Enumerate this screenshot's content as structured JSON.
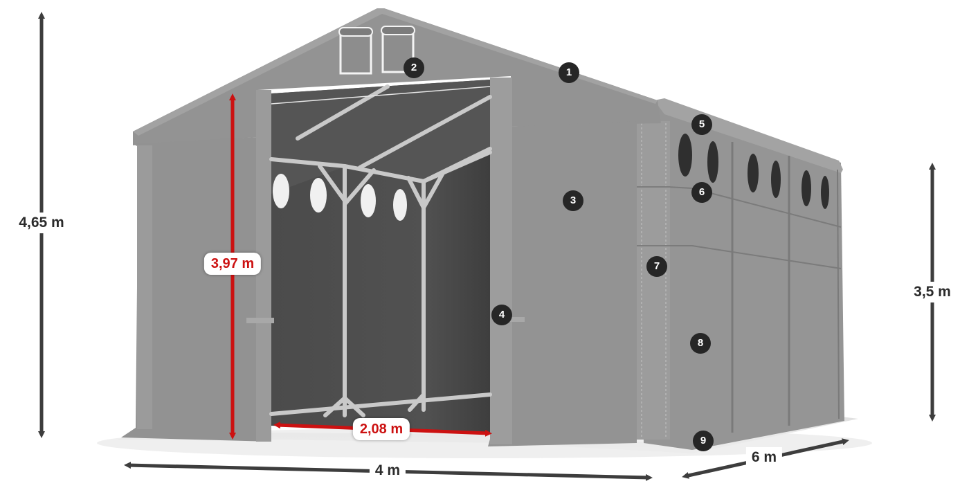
{
  "diagram": {
    "subject": "Storage tent / hall, front-side 3/4 view",
    "colors": {
      "tent_fabric": "#8e8e8e",
      "tent_fabric_light": "#9a9a9a",
      "interior": "#4a4a4a",
      "frame": "#c9c9c9",
      "dimension_dark": "#3d3d3d",
      "dimension_red": "#cc1111",
      "badge": "#262626"
    },
    "dimensions": {
      "total_height": {
        "label": "4,65 m"
      },
      "side_height": {
        "label": "3,5 m"
      },
      "door_height": {
        "label": "3,97 m"
      },
      "door_width": {
        "label": "2,08 m"
      },
      "width": {
        "label": "4 m"
      },
      "length": {
        "label": "6 m"
      }
    },
    "badges": [
      {
        "number": "1",
        "part": "roof"
      },
      {
        "number": "2",
        "part": "gable roll-up vent"
      },
      {
        "number": "3",
        "part": "front wall"
      },
      {
        "number": "4",
        "part": "door tie / strap"
      },
      {
        "number": "5",
        "part": "side upper panel"
      },
      {
        "number": "6",
        "part": "side windows"
      },
      {
        "number": "7",
        "part": "corner post cover"
      },
      {
        "number": "8",
        "part": "side wall panel"
      },
      {
        "number": "9",
        "part": "ground skirt"
      }
    ]
  }
}
